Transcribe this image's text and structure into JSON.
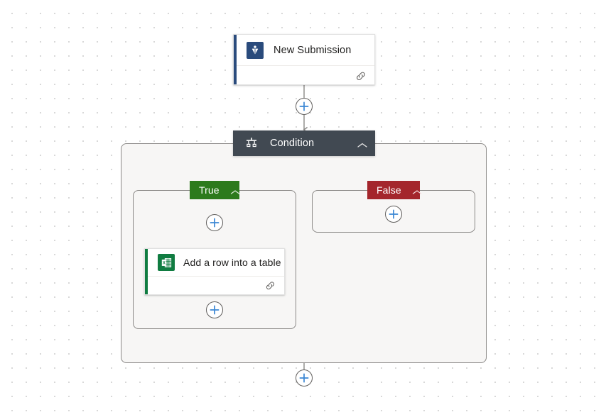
{
  "canvas": {
    "name": "flow-designer-canvas",
    "background_color": "#ffffff",
    "dot_color": "#d8d8d8"
  },
  "colors": {
    "condition_header": "#414952",
    "true_badge": "#2c7a1c",
    "false_badge": "#a4262c",
    "trigger_accent": "#2a4b7c",
    "excel_accent": "#107c41",
    "connector": "#8a8886",
    "plus_accent": "#3b87d4",
    "scope_fill": "#f7f6f5",
    "scope_border": "#8a8886"
  },
  "nodes": {
    "trigger": {
      "title": "New Submission",
      "icon": "microsoft-forms-icon",
      "footer_icon": "link-icon"
    },
    "condition": {
      "title": "Condition",
      "icon": "condition-branch-icon",
      "collapse_icon": "chevron-up-icon"
    },
    "excel_action": {
      "title": "Add a row into a table",
      "icon": "excel-icon",
      "footer_icon": "link-icon"
    }
  },
  "branches": {
    "true": {
      "label": "True",
      "collapse_icon": "chevron-up-icon"
    },
    "false": {
      "label": "False",
      "collapse_icon": "chevron-up-icon"
    }
  },
  "add_buttons": [
    {
      "name": "add-step-after-trigger",
      "label": "+"
    },
    {
      "name": "add-step-true-branch-top",
      "label": "+"
    },
    {
      "name": "add-step-true-branch-bottom",
      "label": "+"
    },
    {
      "name": "add-step-false-branch",
      "label": "+"
    },
    {
      "name": "add-step-after-condition",
      "label": "+"
    }
  ]
}
